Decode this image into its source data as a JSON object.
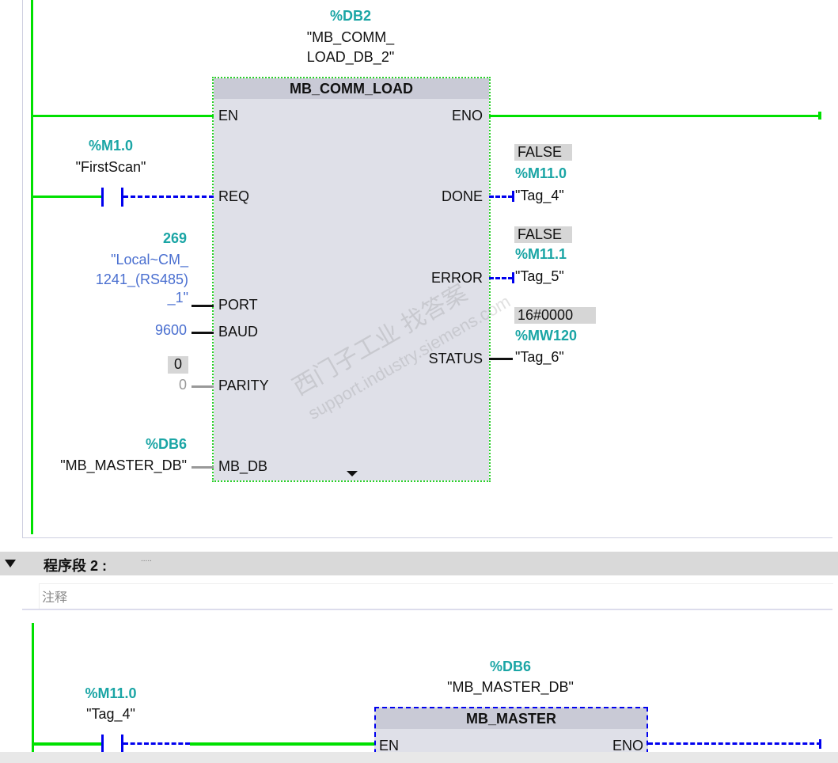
{
  "network1": {
    "instance_db": {
      "address": "%DB2",
      "name_line1": "\"MB_COMM_",
      "name_line2": "LOAD_DB_2\""
    },
    "block": {
      "title": "MB_COMM_LOAD",
      "inputs": [
        "EN",
        "REQ",
        "PORT",
        "BAUD",
        "PARITY",
        "MB_DB"
      ],
      "outputs": [
        "ENO",
        "DONE",
        "ERROR",
        "STATUS"
      ]
    },
    "req": {
      "address": "%M1.0",
      "name": "\"FirstScan\""
    },
    "port": {
      "value": "269",
      "name_line1": "\"Local~CM_",
      "name_line2": "1241_(RS485)",
      "name_line3": "_1\""
    },
    "baud": {
      "value": "9600"
    },
    "parity": {
      "monitor": "0",
      "value": "0"
    },
    "mb_db": {
      "address": "%DB6",
      "name": "\"MB_MASTER_DB\""
    },
    "done": {
      "monitor": "FALSE",
      "address": "%M11.0",
      "name": "\"Tag_4\""
    },
    "error": {
      "monitor": "FALSE",
      "address": "%M11.1",
      "name": "\"Tag_5\""
    },
    "status": {
      "monitor": "16#0000",
      "address": "%MW120",
      "name": "\"Tag_6\""
    }
  },
  "network2": {
    "header": {
      "title": "程序段 2 :",
      "comment_dots": ".....",
      "comment_placeholder": "注释"
    },
    "instance_db": {
      "address": "%DB6",
      "name": "\"MB_MASTER_DB\""
    },
    "block": {
      "title": "MB_MASTER",
      "inputs": [
        "EN"
      ],
      "outputs": [
        "ENO"
      ]
    },
    "contact": {
      "address": "%M11.0",
      "name": "\"Tag_4\""
    }
  },
  "watermark": {
    "line1": "西门子工业",
    "line2": "support.industry.siemens.com",
    "line3": "找答案"
  },
  "colors": {
    "powerflow": "#00e000",
    "no_flow": "#0000ee",
    "address": "#1aa5a5",
    "block": "#dfe0e8"
  }
}
